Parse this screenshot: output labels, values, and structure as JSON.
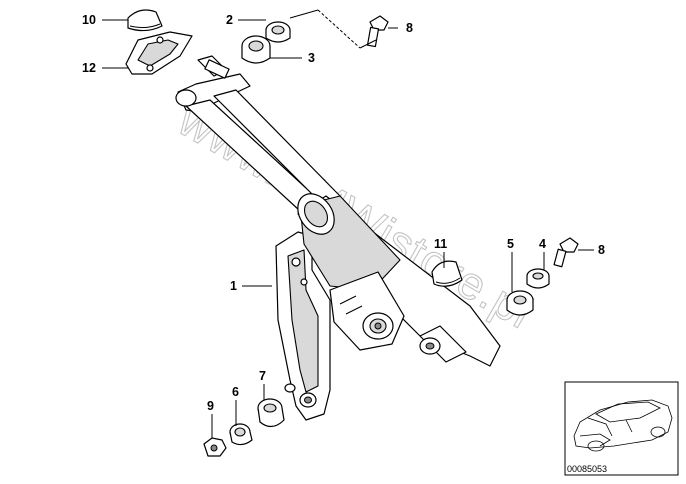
{
  "callouts": {
    "c1": "1",
    "c2": "2",
    "c3": "3",
    "c4": "4",
    "c5": "5",
    "c6": "6",
    "c7": "7",
    "c8a": "8",
    "c8b": "8",
    "c9": "9",
    "c10": "10",
    "c11": "11",
    "c12": "12"
  },
  "watermark": "www.BMWistore.pl",
  "thumbnail": {
    "reference_number": "00085053"
  }
}
